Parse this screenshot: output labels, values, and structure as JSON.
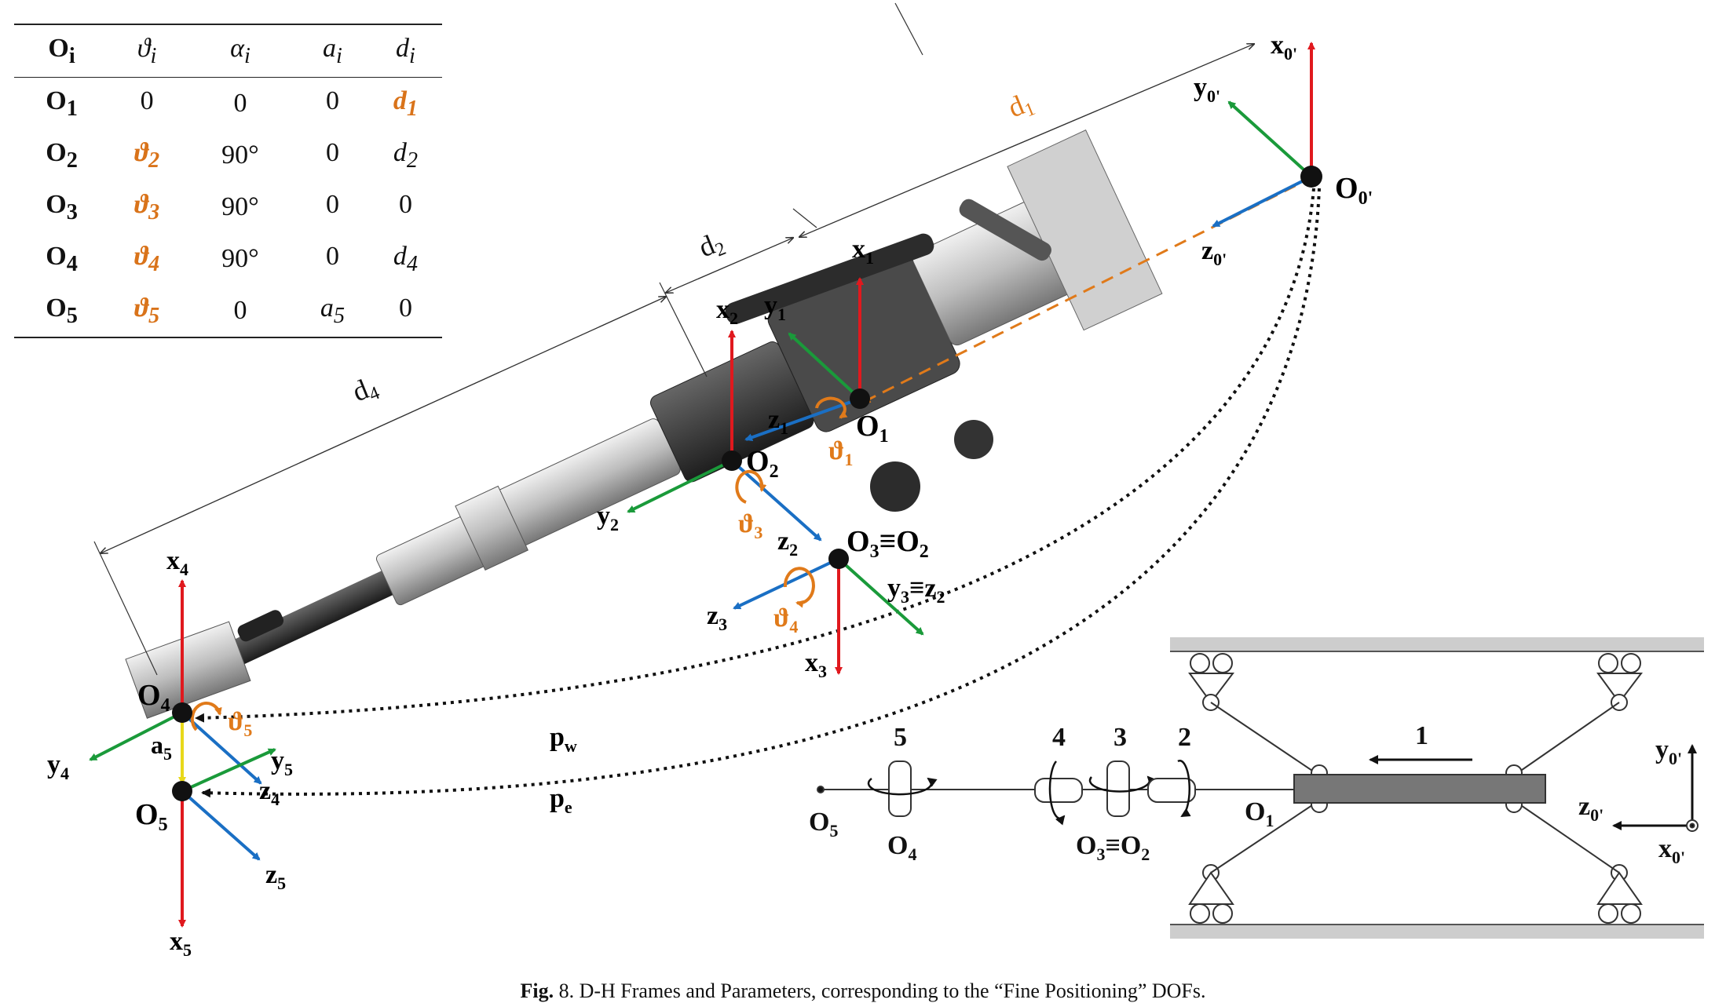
{
  "table": {
    "headers": [
      "O",
      "i",
      "ϑ",
      "i",
      "α",
      "i",
      "a",
      "i",
      "d",
      "i"
    ],
    "rows": [
      {
        "frame": "O",
        "sub": "1",
        "theta": "0",
        "theta_sub": "",
        "alpha": "0",
        "a": "0",
        "a_sub": "",
        "d": "d",
        "d_sub": "1"
      },
      {
        "frame": "O",
        "sub": "2",
        "theta": "ϑ",
        "theta_sub": "2",
        "alpha": "90°",
        "a": "0",
        "a_sub": "",
        "d": "d",
        "d_sub": "2"
      },
      {
        "frame": "O",
        "sub": "3",
        "theta": "ϑ",
        "theta_sub": "3",
        "alpha": "90°",
        "a": "0",
        "a_sub": "",
        "d": "0",
        "d_sub": ""
      },
      {
        "frame": "O",
        "sub": "4",
        "theta": "ϑ",
        "theta_sub": "4",
        "alpha": "90°",
        "a": "0",
        "a_sub": "",
        "d": "d",
        "d_sub": "4"
      },
      {
        "frame": "O",
        "sub": "5",
        "theta": "ϑ",
        "theta_sub": "5",
        "alpha": "0",
        "a": "a",
        "a_sub": "5",
        "d": "0",
        "d_sub": ""
      }
    ]
  },
  "labels": {
    "x": "x",
    "y": "y",
    "z": "z",
    "O": "O",
    "p": "p",
    "d": "d",
    "a": "a",
    "theta": "ϑ",
    "sub_0p": "0'",
    "sub_1": "1",
    "sub_2": "2",
    "sub_3": "3",
    "sub_4": "4",
    "sub_5": "5",
    "sub_w": "w",
    "sub_e": "e",
    "equiv": "≡",
    "schematic_numbers": [
      "5",
      "4",
      "3",
      "2",
      "1"
    ]
  },
  "caption": {
    "fig": "Fig.",
    "text": " 8. D-H Frames and Parameters, corresponding to the “Fine Positioning” DOFs."
  },
  "colors": {
    "x_axis": "#e0191e",
    "y_axis": "#1a9a3a",
    "z_axis": "#1a6fc4",
    "rotation": "#e07a1a",
    "dim_orange": "#e07a1a",
    "a5_axis": "#e8d81a",
    "robot_dark": "#3a3a3a",
    "robot_light": "#c8c8c8",
    "rail": "#c8c8c8"
  }
}
